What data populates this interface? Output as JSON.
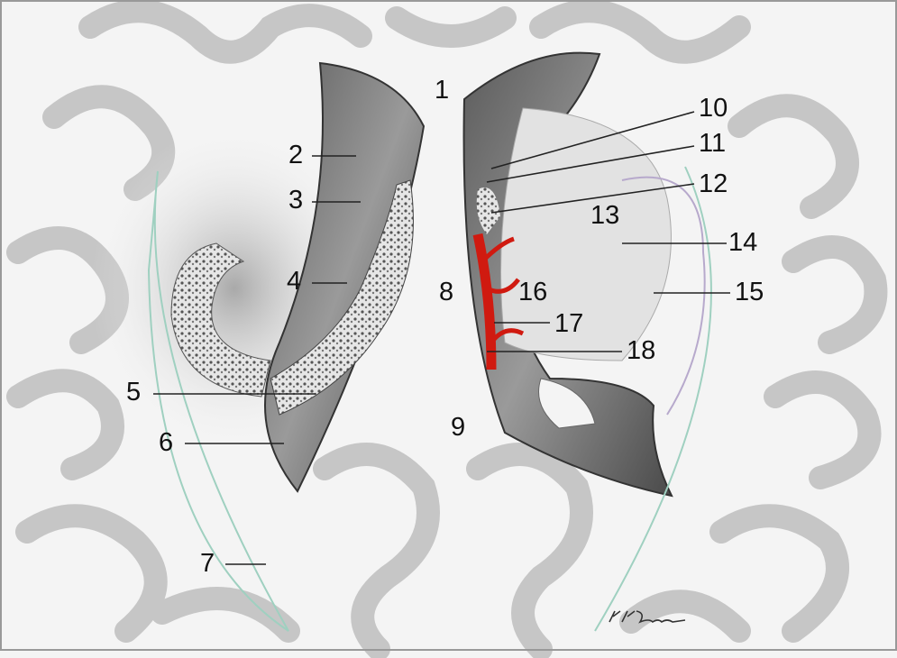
{
  "figure": {
    "labels": [
      "1",
      "2",
      "3",
      "4",
      "5",
      "6",
      "7",
      "8",
      "9",
      "10",
      "11",
      "12",
      "13",
      "14",
      "15",
      "16",
      "17",
      "18"
    ],
    "colors": {
      "background": "#f4f4f4",
      "gyri": "#c8c8c8",
      "ventricle": "#6a6a6a",
      "vessel": "#d01a10",
      "outline": "#333333"
    }
  }
}
